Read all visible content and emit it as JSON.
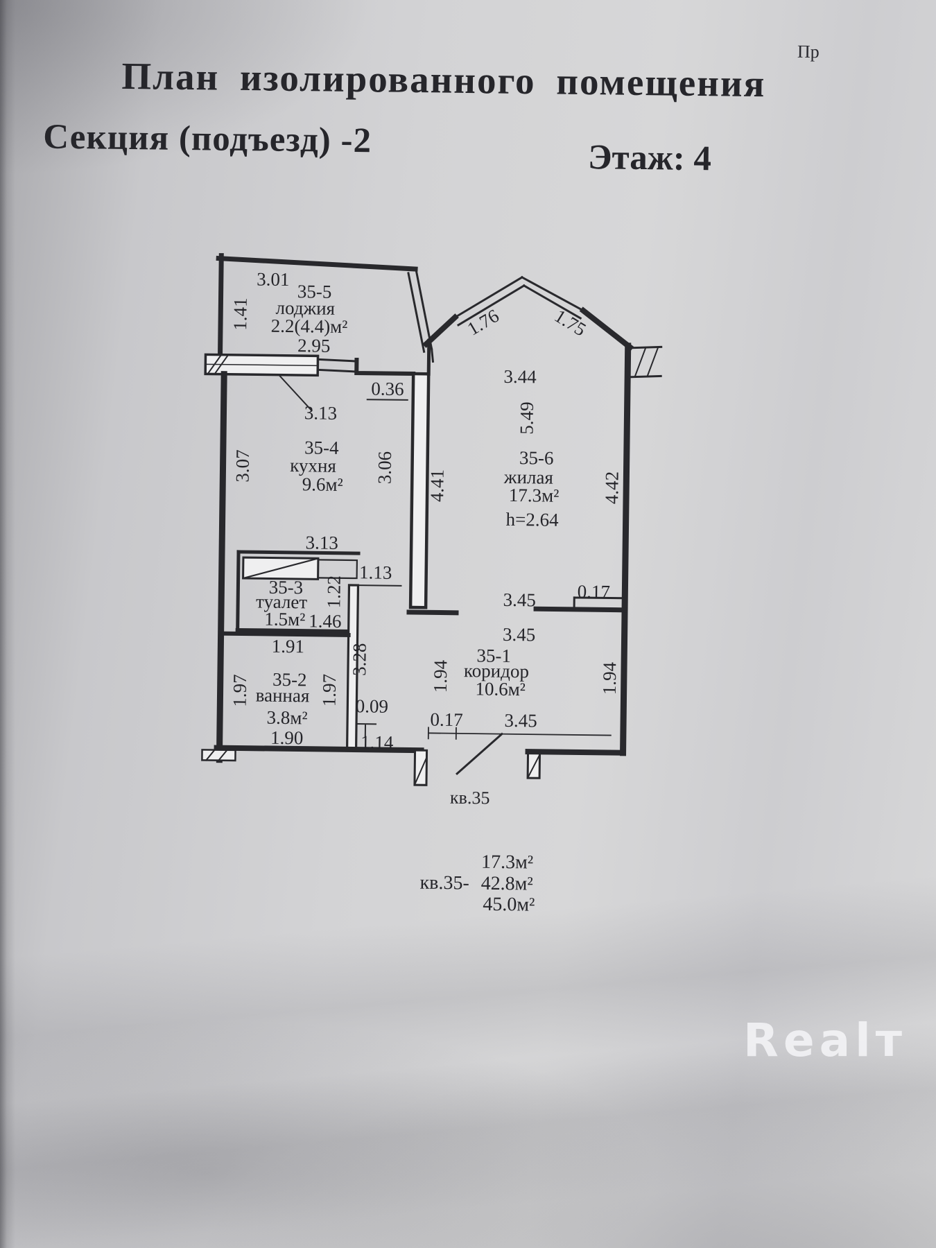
{
  "page": {
    "corner_note": "Пр",
    "title": "План изолированного помещения",
    "section": "Секция (подъезд) -2",
    "floor": "Этаж: 4",
    "entrance_label": "кв.35",
    "watermark": "Realт"
  },
  "rooms": {
    "loggia": {
      "id": "35-5",
      "name": "лоджия",
      "area": "2.2(4.4)м²"
    },
    "kitchen": {
      "id": "35-4",
      "name": "кухня",
      "area": "9.6м²"
    },
    "living": {
      "id": "35-6",
      "name": "жилая",
      "area": "17.3м²",
      "ceiling": "h=2.64"
    },
    "toilet": {
      "id": "35-3",
      "name": "туалет",
      "area": "1.5м²"
    },
    "bathroom": {
      "id": "35-2",
      "name": "ванная",
      "area": "3.8м²"
    },
    "corridor": {
      "id": "35-1",
      "name": "коридор",
      "area": "10.6м²"
    }
  },
  "dims": {
    "loggia_top": "3.01",
    "loggia_side": "1.41",
    "loggia_bottom": "2.95",
    "kitchen_window": "0.36",
    "kitchen_top": "3.13",
    "kitchen_left": "3.07",
    "kitchen_right": "3.06",
    "living_left": "4.41",
    "bay_left": "1.76",
    "bay_right": "1.75",
    "bay_top": "3.44",
    "living_depth": "5.49",
    "living_right": "4.42",
    "toilet_top": "3.13",
    "toilet_recess": "1.13",
    "toilet_depth": "1.22",
    "toilet_width": "1.46",
    "bath_top": "1.91",
    "duct_wall": "3.28",
    "bath_left": "1.97",
    "bath_right": "1.97",
    "bath_step": "0.09",
    "bath_bottom": "1.90",
    "hall_bottom": "1.14",
    "corr_left": "1.94",
    "corr_right": "1.94",
    "corr_top_width": "3.45",
    "living_wall": "0.17",
    "corr_width": "3.45",
    "entry_side": "0.17",
    "corr_bottom": "3.45"
  },
  "summary": {
    "living_area": "17.3м²",
    "label": "кв.35-",
    "total_area": "42.8м²",
    "total_with_loggia": "45.0м²"
  }
}
